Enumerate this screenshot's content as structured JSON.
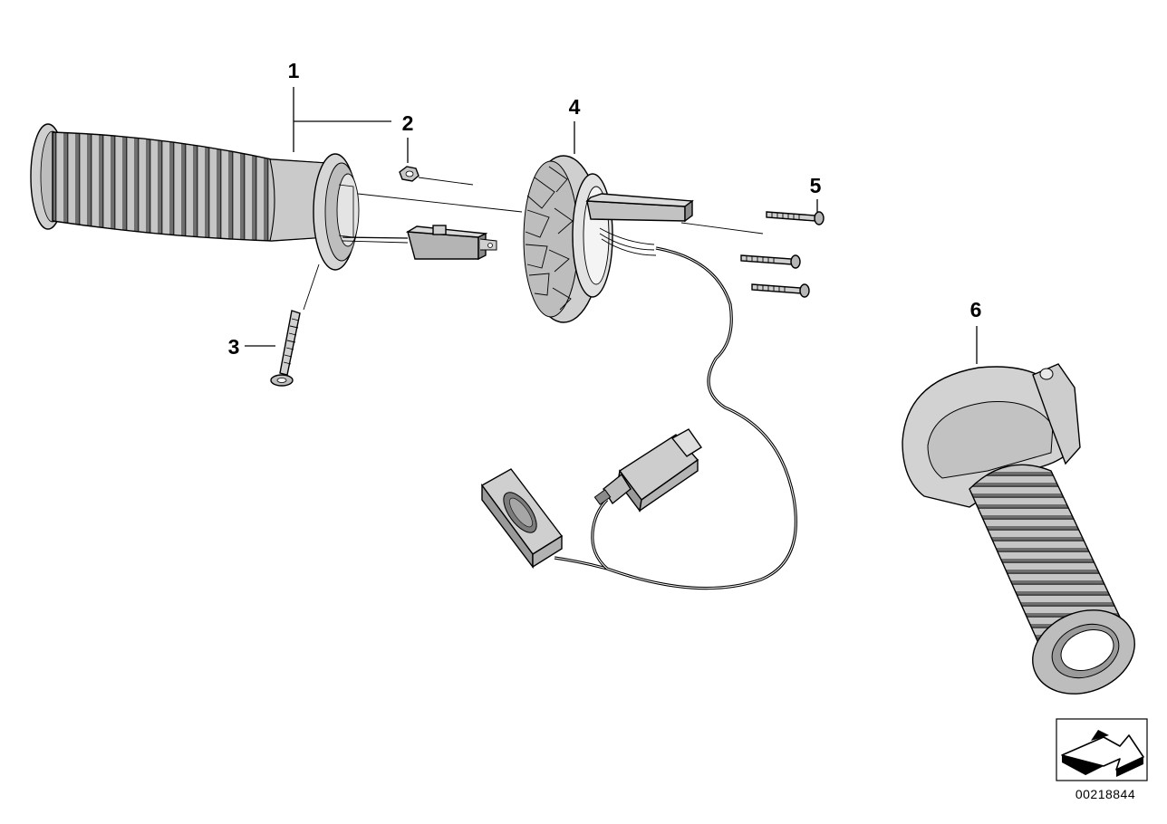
{
  "callouts": {
    "c1": "1",
    "c2": "2",
    "c3": "3",
    "c4": "4",
    "c5": "5",
    "c6": "6"
  },
  "diagram_number": "00218844",
  "colors": {
    "ink": "#000000",
    "part_fill": "#c9c9c9",
    "part_fill_light": "#dedede",
    "part_fill_dark": "#8e8e8e",
    "background": "#ffffff"
  },
  "icons": {
    "orientation": "arrow-3d-icon"
  }
}
